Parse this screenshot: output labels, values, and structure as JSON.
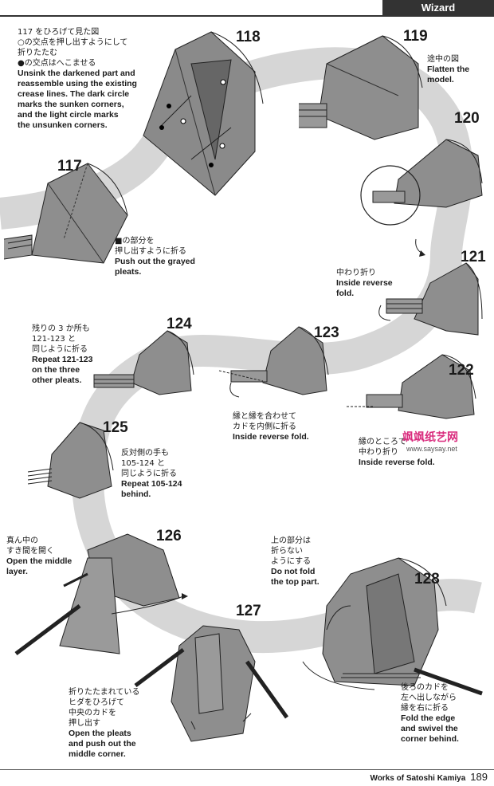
{
  "header": {
    "tab": "Wizard"
  },
  "steps": {
    "s117": "117",
    "s118": "118",
    "s119": "119",
    "s120": "120",
    "s121": "121",
    "s122": "122",
    "s123": "123",
    "s124": "124",
    "s125": "125",
    "s126": "126",
    "s127": "127",
    "s128": "128"
  },
  "instructions": {
    "i117": {
      "ja1": "117 をひろげて見た図",
      "ja2": "○の交点を押し出すようにして",
      "ja3": "折りたたむ",
      "ja4": "●の交点はへこませる",
      "en": [
        "Unsink the darkened part and",
        "reassemble using the existing",
        "crease lines. The dark circle",
        "marks the sunken corners,",
        "and the light circle marks",
        "the unsunken corners."
      ]
    },
    "i117b": {
      "ja1": "■の部分を",
      "ja2": "押し出すように折る",
      "en": [
        "Push out the grayed",
        "pleats."
      ]
    },
    "i119": {
      "ja1": "途中の図",
      "en": [
        "Flatten the",
        "model."
      ]
    },
    "i121": {
      "ja1": "中わり折り",
      "en": [
        "Inside reverse",
        "fold."
      ]
    },
    "i124": {
      "ja1": "残りの 3 か所も",
      "ja2": "121-123 と",
      "ja3": "同じように折る",
      "en": [
        "Repeat 121-123",
        "on the three",
        "other pleats."
      ]
    },
    "i123": {
      "ja1": "縁と縁を合わせて",
      "ja2": "カドを内側に折る",
      "en": [
        "Inside reverse fold."
      ]
    },
    "i122": {
      "ja1": "縁のところで",
      "ja2": "中わり折り",
      "en": [
        "Inside reverse fold."
      ]
    },
    "i125": {
      "ja1": "反対側の手も",
      "ja2": "105-124 と",
      "ja3": "同じように折る",
      "en": [
        "Repeat 105-124",
        "behind."
      ]
    },
    "i126": {
      "ja1": "真ん中の",
      "ja2": "すき間を開く",
      "en": [
        "Open the middle",
        "layer."
      ]
    },
    "i128a": {
      "ja1": "上の部分は",
      "ja2": "折らない",
      "ja3": "ようにする",
      "en": [
        "Do not fold",
        "the top part."
      ]
    },
    "i127": {
      "ja1": "折りたたまれている",
      "ja2": "ヒダをひろげて",
      "ja3": "中央のカドを",
      "ja4": "押し出す",
      "en": [
        "Open the pleats",
        "and push out the",
        "middle corner."
      ]
    },
    "i128b": {
      "ja1": "後ろのカドを",
      "ja2": "左へ出しながら",
      "ja3": "縁を右に折る",
      "en": [
        "Fold the edge",
        "and swivel the",
        "corner behind."
      ]
    }
  },
  "watermark": {
    "site": "飒飒纸艺网",
    "url": "www.saysay.net"
  },
  "footer": {
    "credit": "Works of Satoshi Kamiya",
    "page": "189"
  },
  "colors": {
    "paper": "#8a8a8a",
    "path": "#d4d4d4",
    "header": "#333333",
    "watermark": "#d92b7d"
  }
}
